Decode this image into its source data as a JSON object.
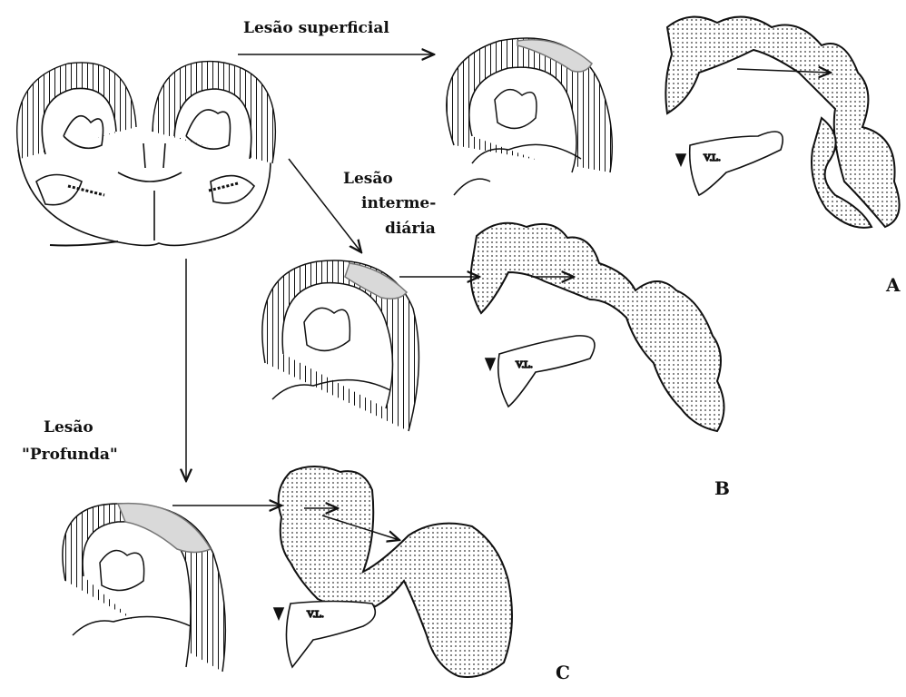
{
  "labels": {
    "superficial": "Lesão superficial",
    "intermediate_line1": "Lesão",
    "intermediate_line2": "interme-",
    "intermediate_line3": "diária",
    "deep_line1": "Lesão",
    "deep_line2": "\"Profunda\"",
    "panel_a": "A",
    "panel_b": "B",
    "panel_c": "C",
    "ventricle": "V.L."
  },
  "colors": {
    "ink": "#111111",
    "lesion_fill": "#d9d9d9",
    "background": "#ffffff"
  }
}
